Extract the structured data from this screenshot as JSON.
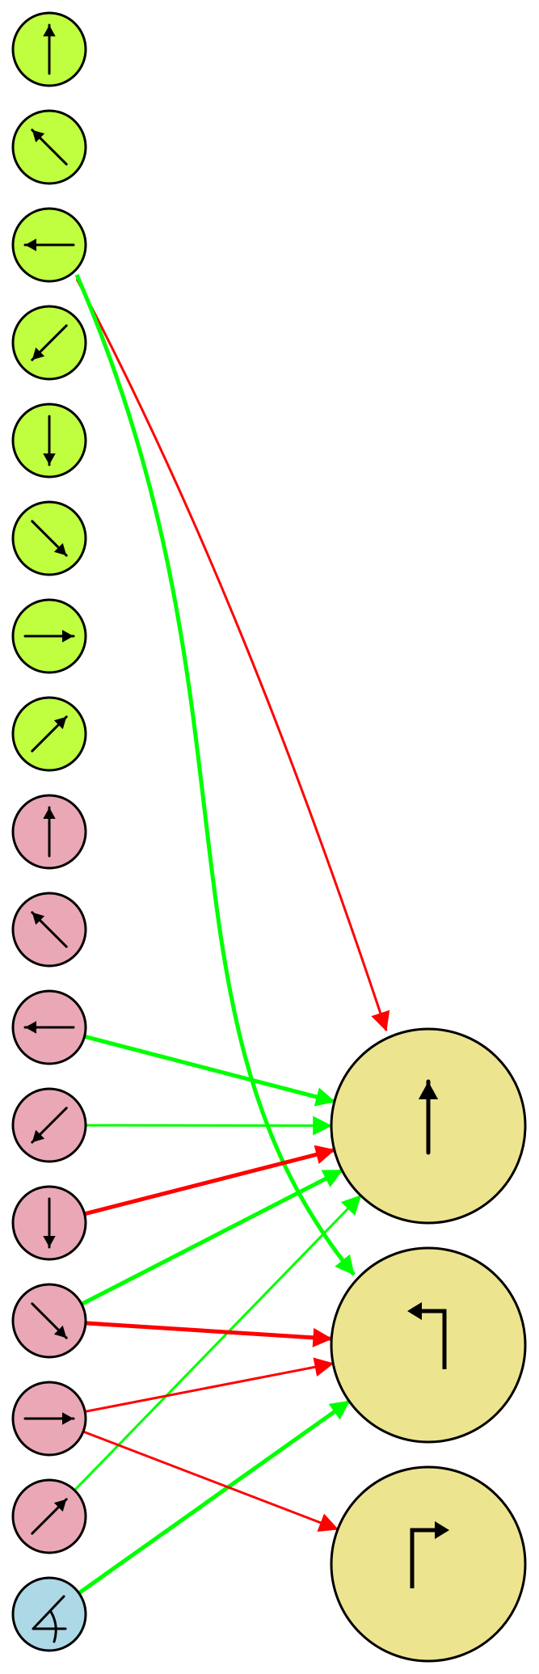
{
  "colors": {
    "input_green": "#bfff3f",
    "input_pink": "#eaa8b6",
    "input_blue": "#add8e6",
    "output": "#ede48f",
    "stroke": "#000000",
    "edge_green": "#00ff00",
    "edge_red": "#ff0000"
  },
  "input_nodes": [
    {
      "id": "g-up",
      "group": "green",
      "icon": "arrow-up-icon"
    },
    {
      "id": "g-upleft",
      "group": "green",
      "icon": "arrow-up-left-icon"
    },
    {
      "id": "g-left",
      "group": "green",
      "icon": "arrow-left-icon"
    },
    {
      "id": "g-downleft",
      "group": "green",
      "icon": "arrow-down-left-icon"
    },
    {
      "id": "g-down",
      "group": "green",
      "icon": "arrow-down-icon"
    },
    {
      "id": "g-downright",
      "group": "green",
      "icon": "arrow-down-right-icon"
    },
    {
      "id": "g-right",
      "group": "green",
      "icon": "arrow-right-icon"
    },
    {
      "id": "g-upright",
      "group": "green",
      "icon": "arrow-up-right-icon"
    },
    {
      "id": "p-up",
      "group": "pink",
      "icon": "arrow-up-icon"
    },
    {
      "id": "p-upleft",
      "group": "pink",
      "icon": "arrow-up-left-icon"
    },
    {
      "id": "p-left",
      "group": "pink",
      "icon": "arrow-left-icon"
    },
    {
      "id": "p-downleft",
      "group": "pink",
      "icon": "arrow-down-left-icon"
    },
    {
      "id": "p-down",
      "group": "pink",
      "icon": "arrow-down-icon"
    },
    {
      "id": "p-downright",
      "group": "pink",
      "icon": "arrow-down-right-icon"
    },
    {
      "id": "p-right",
      "group": "pink",
      "icon": "arrow-right-icon"
    },
    {
      "id": "p-upright",
      "group": "pink",
      "icon": "arrow-up-right-icon"
    },
    {
      "id": "b-angle",
      "group": "blue",
      "icon": "angle-icon"
    }
  ],
  "output_nodes": [
    {
      "id": "o-straight",
      "icon": "straight-up-arrow-icon"
    },
    {
      "id": "o-left",
      "icon": "turn-left-arrow-icon"
    },
    {
      "id": "o-right",
      "icon": "turn-right-arrow-icon"
    }
  ],
  "edges": [
    {
      "from": "g-left",
      "to": "o-straight",
      "color": "red"
    },
    {
      "from": "g-left",
      "to": "o-left",
      "color": "green",
      "weight": "bold"
    },
    {
      "from": "p-left",
      "to": "o-straight",
      "color": "green",
      "weight": "bold"
    },
    {
      "from": "p-downleft",
      "to": "o-straight",
      "color": "green",
      "weight": "normal"
    },
    {
      "from": "p-down",
      "to": "o-straight",
      "color": "red",
      "weight": "bold"
    },
    {
      "from": "p-downright",
      "to": "o-straight",
      "color": "green",
      "weight": "bold"
    },
    {
      "from": "p-upright",
      "to": "o-straight",
      "color": "green",
      "weight": "normal"
    },
    {
      "from": "p-downright",
      "to": "o-left",
      "color": "red",
      "weight": "bold"
    },
    {
      "from": "p-right",
      "to": "o-left",
      "color": "red",
      "weight": "normal"
    },
    {
      "from": "b-angle",
      "to": "o-left",
      "color": "green",
      "weight": "bold"
    },
    {
      "from": "p-right",
      "to": "o-right",
      "color": "red",
      "weight": "normal"
    }
  ]
}
